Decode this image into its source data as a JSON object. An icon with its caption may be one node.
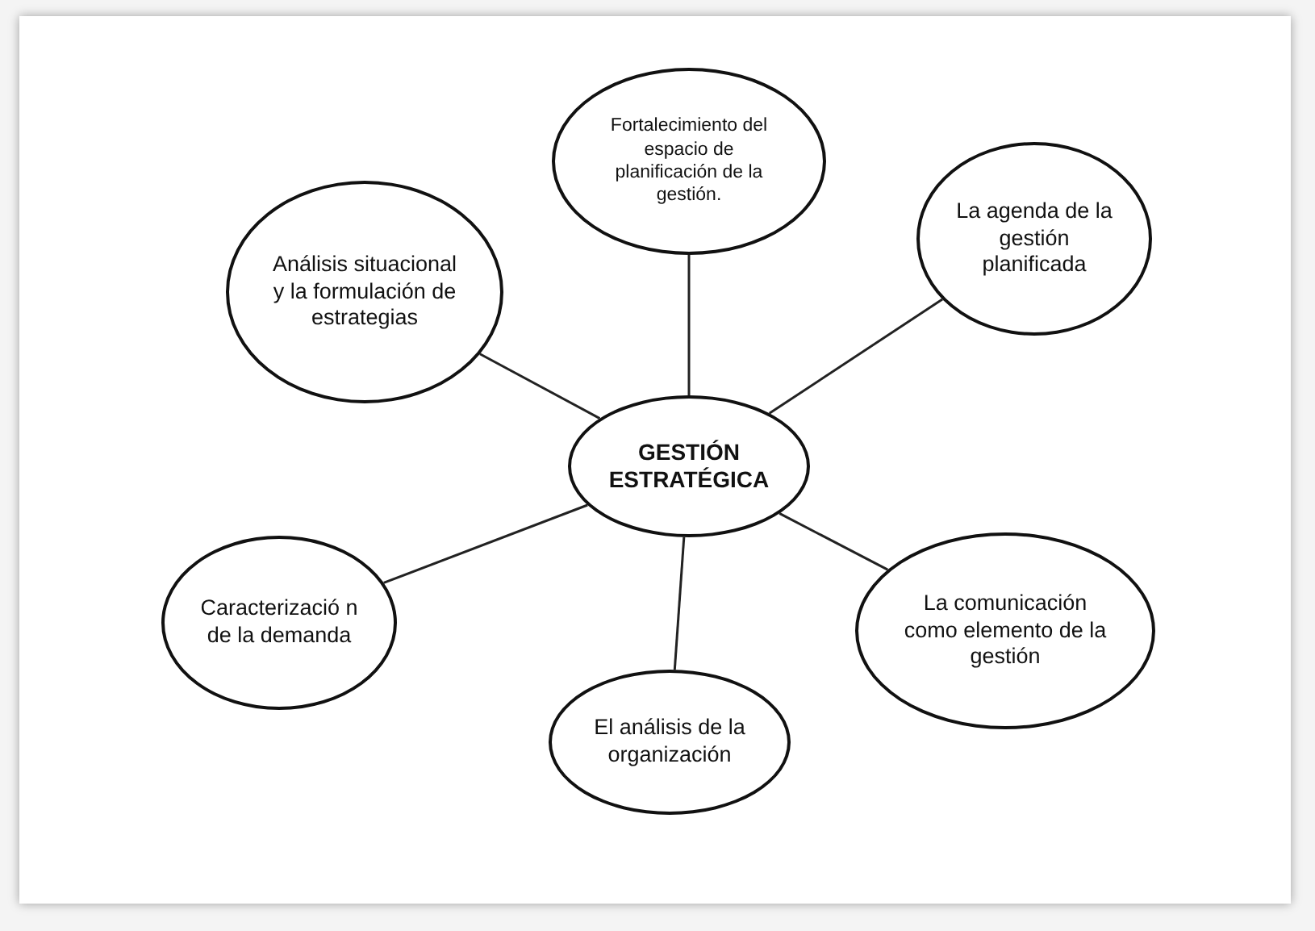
{
  "diagram": {
    "nodes": [
      {
        "text": [
          "GESTIÓN ESTRATÉGICA"
        ]
      },
      {
        "text": [
          "Fortalecimiento del espacio de planificación de la gestión."
        ]
      },
      {
        "text": [
          "La agenda de la gestión planificada"
        ]
      },
      {
        "text": [
          "Análisis situacional y la formulación de estrategias"
        ]
      },
      {
        "text": [
          "La comunicación como elemento de la gestión"
        ]
      },
      {
        "text": [
          "Caracterizació n de la demanda"
        ]
      },
      {
        "text": [
          "El análisis de la organización"
        ]
      }
    ],
    "edges": [
      {
        "from": 0,
        "to": 1,
        "arrow": "none"
      },
      {
        "from": 0,
        "to": 2,
        "arrow": "none"
      },
      {
        "from": 0,
        "to": 3,
        "arrow": "none"
      },
      {
        "from": 0,
        "to": 4,
        "arrow": "none"
      },
      {
        "from": 0,
        "to": 5,
        "arrow": "none"
      },
      {
        "from": 0,
        "to": 6,
        "arrow": "none"
      }
    ]
  }
}
